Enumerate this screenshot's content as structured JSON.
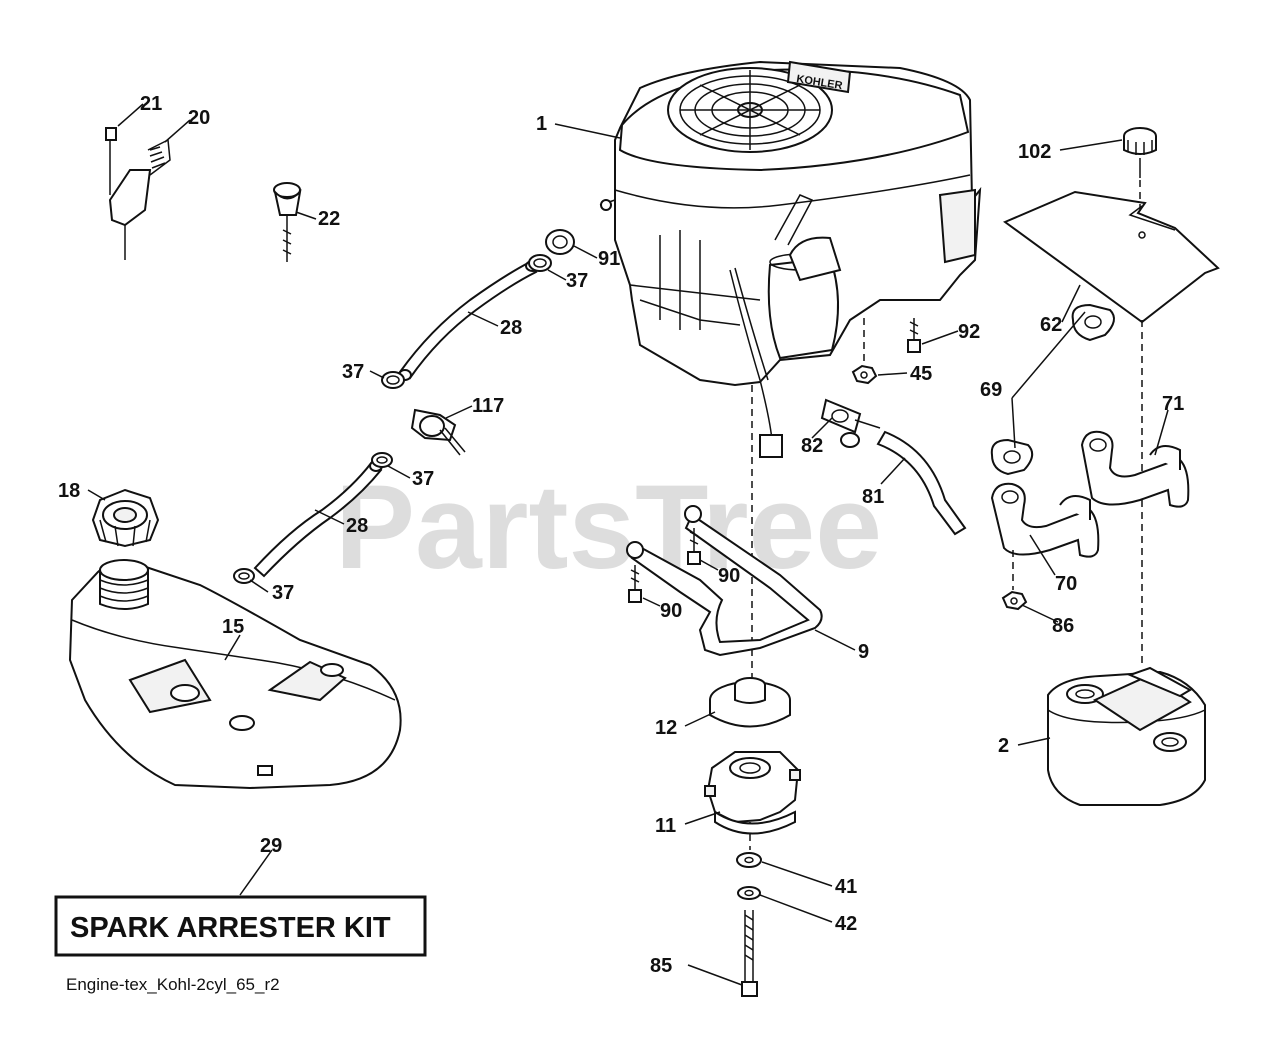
{
  "watermark": "PartsTree",
  "kit_box_label": "SPARK ARRESTER KIT",
  "footer_code": "Engine-tex_Kohl-2cyl_65_r2",
  "engine_logo": "KOHLER",
  "callouts": {
    "c1": "1",
    "c2": "2",
    "c9": "9",
    "c11": "11",
    "c12": "12",
    "c15": "15",
    "c18": "18",
    "c20": "20",
    "c21": "21",
    "c22": "22",
    "c28a": "28",
    "c28b": "28",
    "c29": "29",
    "c37a": "37",
    "c37b": "37",
    "c37c": "37",
    "c37d": "37",
    "c41": "41",
    "c42": "42",
    "c45": "45",
    "c62": "62",
    "c69": "69",
    "c70": "70",
    "c71": "71",
    "c81": "81",
    "c82": "82",
    "c85": "85",
    "c86": "86",
    "c90a": "90",
    "c90b": "90",
    "c91": "91",
    "c92": "92",
    "c102": "102",
    "c117": "117"
  }
}
